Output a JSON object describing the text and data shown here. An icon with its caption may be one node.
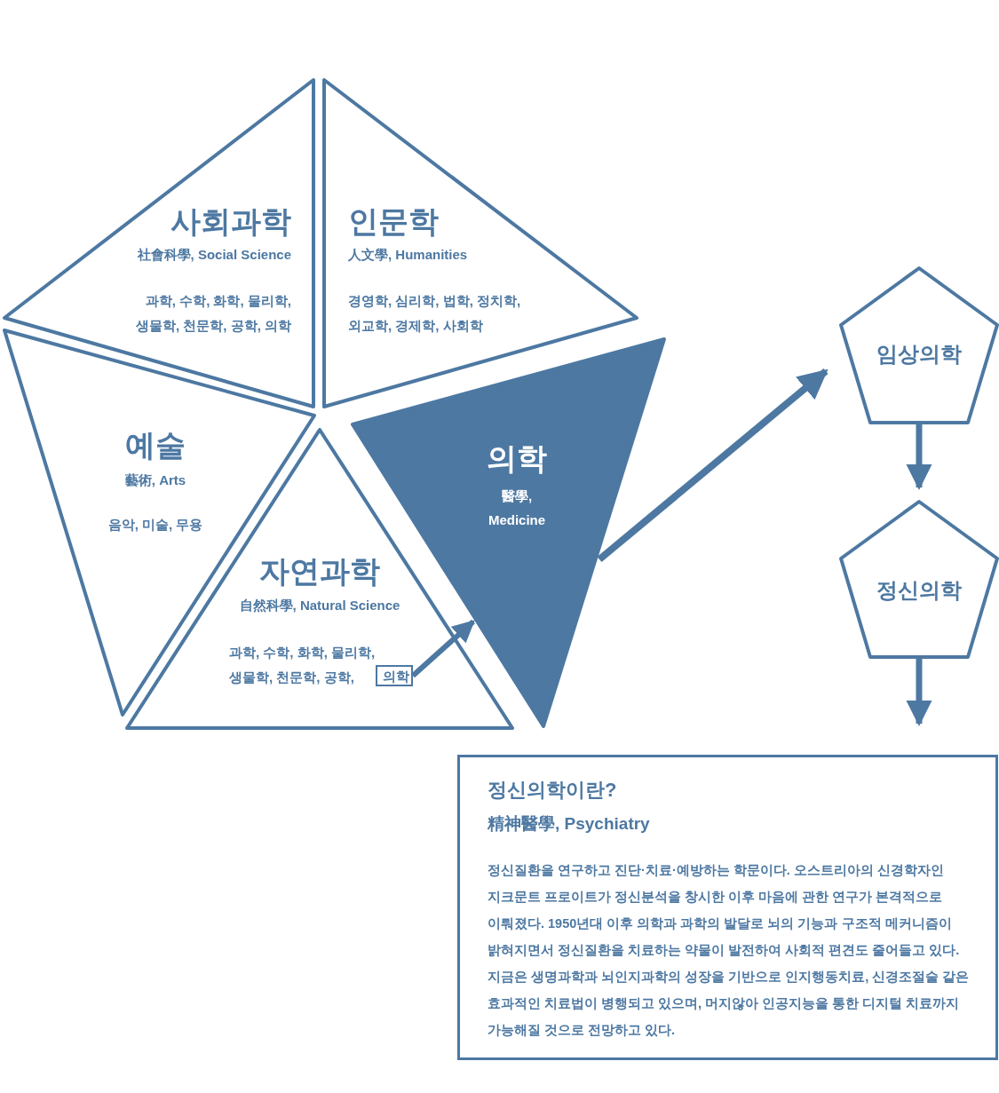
{
  "diagram": {
    "nodes": [
      {
        "text": [
          "사회과학",
          "社會科學, Social Science",
          "과학, 수학, 화학, 물리학, 생물학, 천문학, 공학, 의학"
        ]
      },
      {
        "text": [
          "인문학",
          "人文學, Humanities",
          "경영학, 심리학, 법학, 정치학, 외교학, 경제학, 사회학"
        ]
      },
      {
        "text": [
          "예술",
          "藝術, Arts",
          "음악, 미술, 무용"
        ]
      },
      {
        "text": [
          "자연과학",
          "自然科學, Natural Science",
          "과학, 수학, 화학, 물리학, 생물학, 천문학, 공학,"
        ]
      },
      {
        "text": [
          "의학",
          "醫學, Medicine"
        ]
      },
      {
        "text": [
          "의학"
        ],
        "in": 3
      },
      {
        "text": [
          "임상의학"
        ]
      },
      {
        "text": [
          "정신의학"
        ]
      },
      {
        "text": [
          "정신의학이란?",
          "精神醫學, Psychiatry",
          "정신질환을 연구하고 진단·치료·예방하는 학문이다. 오스트리아의 신경학자인 지크문트 프로이트가 정신분석을 창시한 이후 마음에 관한 연구가 본격적으로 이뤄졌다. 1950년대 이후 의학과 과학의 발달로 뇌의 기능과 구조적 메커니즘이 밝혀지면서 정신질환을 치료하는 약물이 발전하여 사회적 편견도 줄어들고 있다. 지금은 생명과학과 뇌인지과학의 성장을 기반으로 인지행동치료, 신경조절술 같은 효과적인 치료법이 병행되고 있으며, 머지않아 인공지능을 통한 디지털 치료까지 가능해질 것으로 전망하고 있다."
        ]
      }
    ],
    "edges": [
      {
        "from": 5,
        "to": 4,
        "arrow": "to"
      },
      {
        "from": 4,
        "to": 6,
        "arrow": "to"
      },
      {
        "from": 6,
        "to": 7,
        "arrow": "to"
      },
      {
        "from": 7,
        "to": 8,
        "arrow": "to"
      }
    ]
  }
}
